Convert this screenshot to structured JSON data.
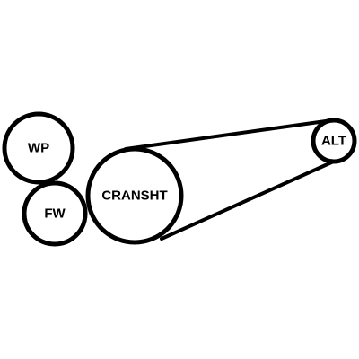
{
  "diagram": {
    "pulleys": [
      {
        "id": "wp",
        "label": "WP"
      },
      {
        "id": "fw",
        "label": "FW"
      },
      {
        "id": "cransht",
        "label": "CRANSHT"
      },
      {
        "id": "alt",
        "label": "ALT"
      }
    ],
    "belt": {
      "connects": [
        "cransht",
        "alt"
      ]
    }
  }
}
